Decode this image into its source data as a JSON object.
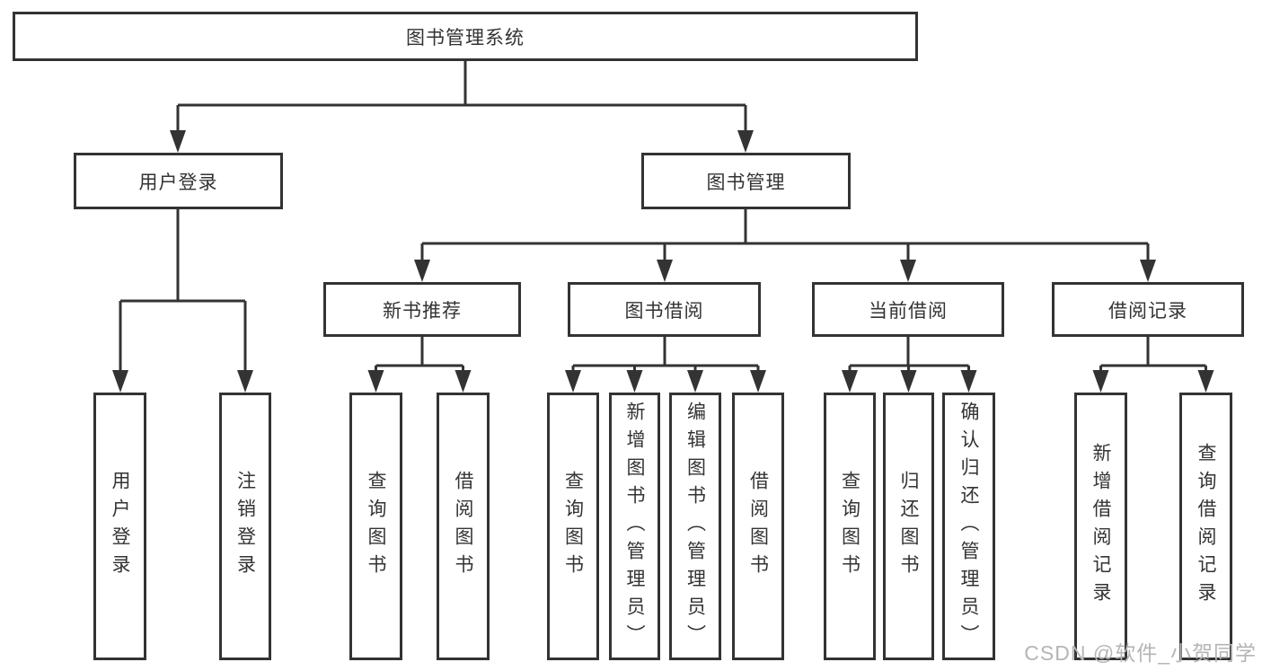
{
  "page": {
    "background": "#ffffff",
    "line_color": "#333333",
    "text_color": "#333333",
    "watermark": {
      "text": "CSDN @软件_小贺同学",
      "color": "#b5b5b5"
    }
  },
  "tree": {
    "root": {
      "label": "图书管理系统"
    },
    "branches": [
      {
        "label": "用户登录",
        "children": [
          {
            "label": "用户登录"
          },
          {
            "label": "注销登录"
          }
        ]
      },
      {
        "label": "图书管理",
        "children": [
          {
            "label": "新书推荐",
            "children": [
              {
                "label": "查询图书"
              },
              {
                "label": "借阅图书"
              }
            ]
          },
          {
            "label": "图书借阅",
            "children": [
              {
                "label": "查询图书"
              },
              {
                "label": "新增图书（管理员）"
              },
              {
                "label": "编辑图书（管理员）"
              },
              {
                "label": "借阅图书"
              }
            ]
          },
          {
            "label": "当前借阅",
            "children": [
              {
                "label": "查询图书"
              },
              {
                "label": "归还图书"
              },
              {
                "label": "确认归还（管理员）"
              }
            ]
          },
          {
            "label": "借阅记录",
            "children": [
              {
                "label": "新增借阅记录"
              },
              {
                "label": "查询借阅记录"
              }
            ]
          }
        ]
      }
    ]
  }
}
